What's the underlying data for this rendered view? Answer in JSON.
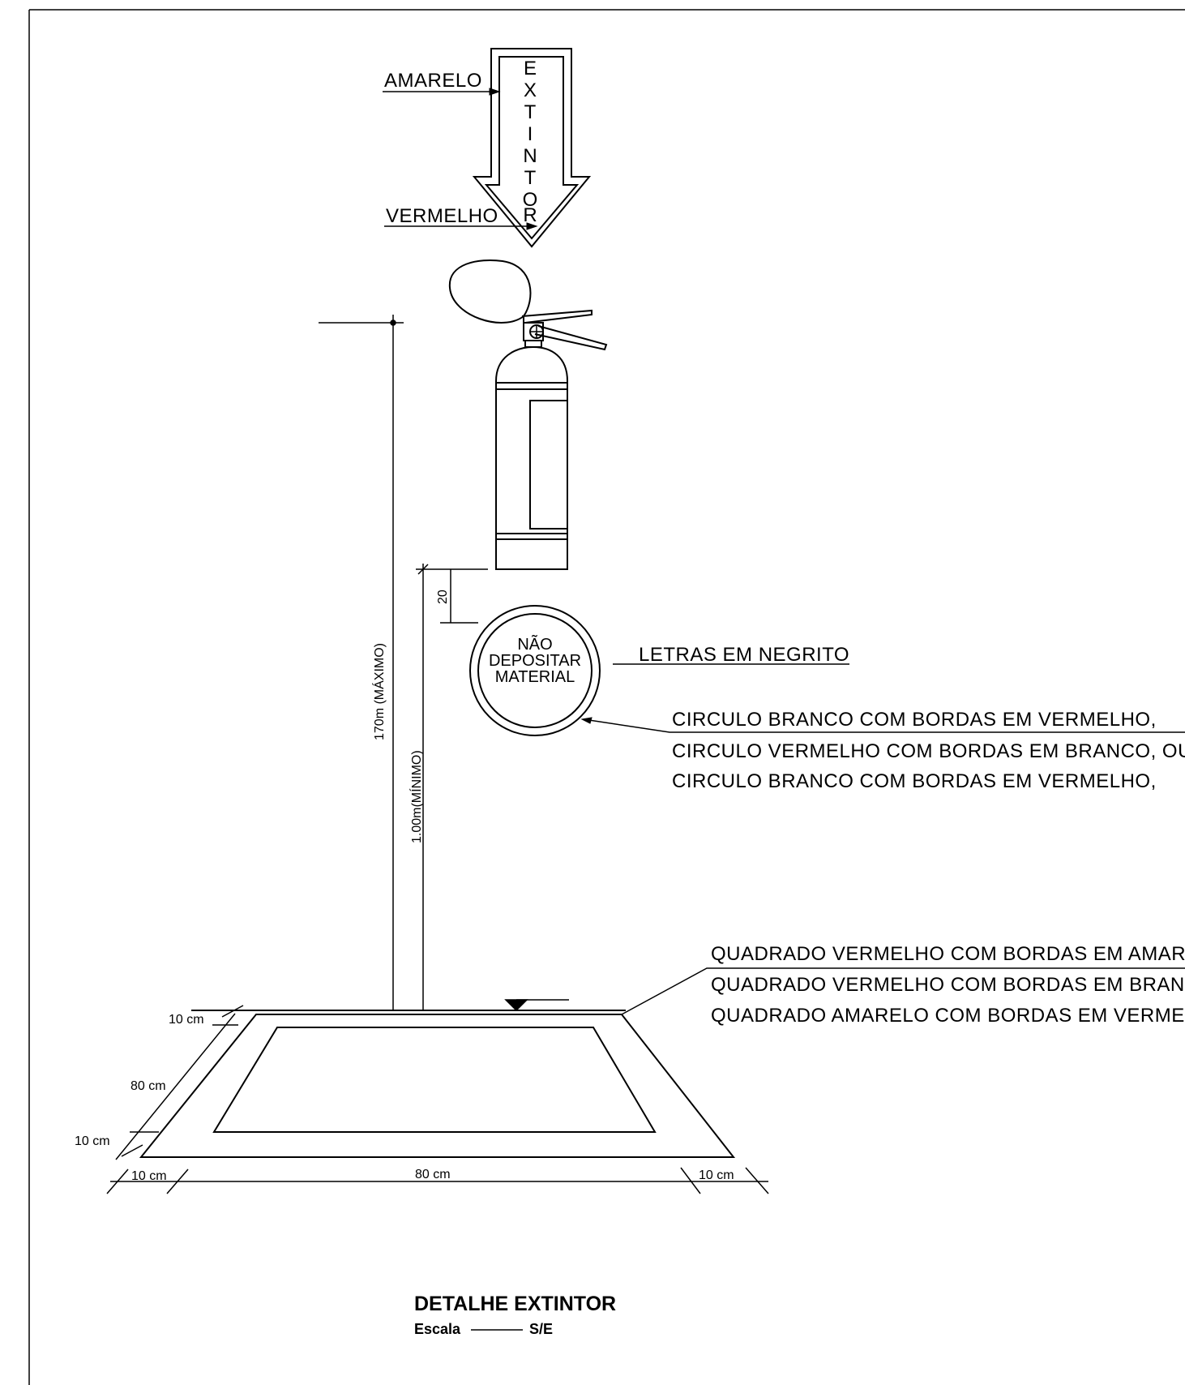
{
  "arrow": {
    "letters": [
      "E",
      "X",
      "T",
      "I",
      "N",
      "T",
      "O",
      "R"
    ],
    "label_top": "AMARELO",
    "label_bottom": "VERMELHO"
  },
  "sign": {
    "line1": "NÃO",
    "line2": "DEPOSITAR",
    "line3": "MATERIAL"
  },
  "notes": {
    "letters_bold": "LETRAS  EM  NEGRITO",
    "circle_1": "CIRCULO  BRANCO  COM  BORDAS  EM  VERMELHO,",
    "circle_2": "CIRCULO  VERMELHO  COM  BORDAS  EM  BRANCO,  OU",
    "circle_3": "CIRCULO  BRANCO  COM  BORDAS  EM  VERMELHO,",
    "square_1": "QUADRADO   VERMELHO  COM  BORDAS  EM  AMARELO",
    "square_2": "QUADRADO  VERMELHO  COM  BORDAS  EM  BRANCO,",
    "square_3": "QUADRADO  AMARELO  COM  BORDAS  EM  VERMELHO."
  },
  "dimensions": {
    "max_height": "170m  (MÁXIMO)",
    "min_height": "1.00m(MÍNIMO)",
    "gap": "20",
    "border_top": "10  cm",
    "depth": "80  cm",
    "border_left": "10  cm",
    "bottom_left": "10  cm",
    "bottom_width": "80  cm",
    "bottom_right": "10  cm"
  },
  "title": {
    "main": "DETALHE EXTINTOR",
    "scale_label": "Escala",
    "scale_value": "S/E"
  }
}
